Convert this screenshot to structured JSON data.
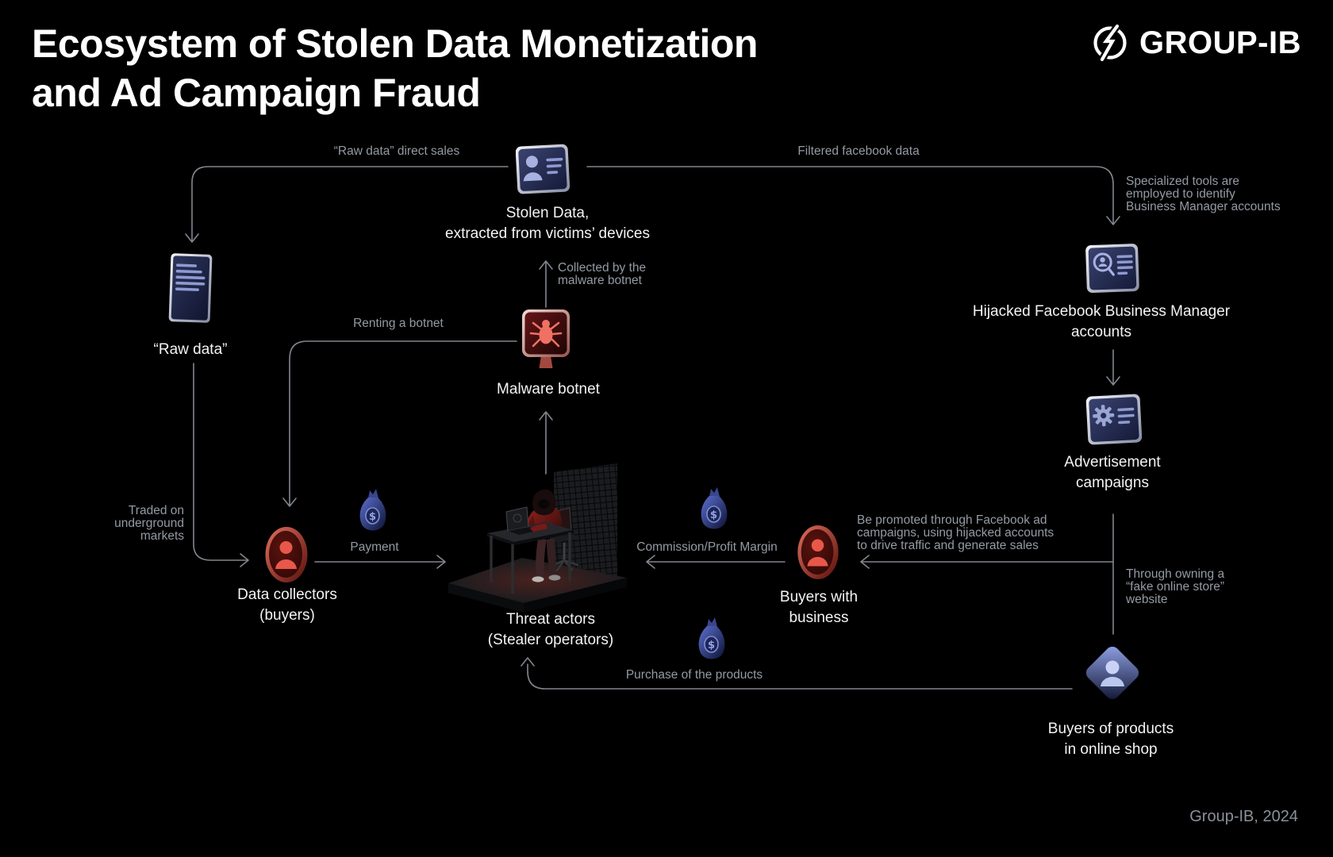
{
  "title": {
    "line1": "Ecosystem of Stolen Data Monetization",
    "line2": "and Ad Campaign Fraud"
  },
  "logo": {
    "text": "GROUP-IB",
    "mark": "group-ib-circle-bolt-icon"
  },
  "footer": {
    "credit": "Group-IB, 2024"
  },
  "colors": {
    "background": "#000000",
    "text_white": "#f2f3f5",
    "text_gray": "#949aa3",
    "line_gray": "#81868e",
    "accent_red": "#e8584a",
    "accent_blue": "#5365c2"
  },
  "nodes": {
    "raw_data": {
      "icon": "document-icon",
      "label": "“Raw data”"
    },
    "stolen_data": {
      "icon": "id-card-icon",
      "lines": [
        "Stolen Data,",
        "extracted from victims’ devices"
      ]
    },
    "malware_botnet": {
      "icon": "bug-sign-icon",
      "label": "Malware botnet"
    },
    "threat_actors": {
      "icon": "hacker-at-desk-illustration",
      "lines": [
        "Threat actors",
        "(Stealer operators)"
      ]
    },
    "data_collectors": {
      "icon": "person-disc-icon",
      "lines": [
        "Data collectors",
        "(buyers)"
      ]
    },
    "buyers_business": {
      "icon": "person-disc-icon",
      "lines": [
        "Buyers with",
        "business"
      ]
    },
    "hijacked_fb": {
      "icon": "card-search-person-icon",
      "lines": [
        "Hijacked Facebook Business Manager",
        "accounts"
      ]
    },
    "ad_campaigns": {
      "icon": "card-gear-icon",
      "lines": [
        "Advertisement",
        "campaigns"
      ]
    },
    "product_buyers": {
      "icon": "diamond-person-icon",
      "lines": [
        "Buyers of products",
        "in online shop"
      ]
    }
  },
  "edges": {
    "raw_direct_sales": "“Raw data” direct sales",
    "filtered_fb_data": "Filtered facebook data",
    "specialized_tools": [
      "Specialized tools are",
      "employed to identify",
      "Business Manager accounts"
    ],
    "collected_by": [
      "Collected by the",
      "malware botnet"
    ],
    "renting_botnet": "Renting a botnet",
    "traded_underground": [
      "Traded on",
      "underground",
      "markets"
    ],
    "payment": "Payment",
    "commission": "Commission/Profit Margin",
    "be_promoted": [
      "Be promoted through Facebook ad",
      "campaigns, using hijacked accounts",
      "to drive traffic and generate sales"
    ],
    "fake_store": [
      "Through owning a",
      "“fake online store”",
      "website"
    ],
    "purchase": "Purchase of the products",
    "money_bag": "money-bag-icon"
  }
}
